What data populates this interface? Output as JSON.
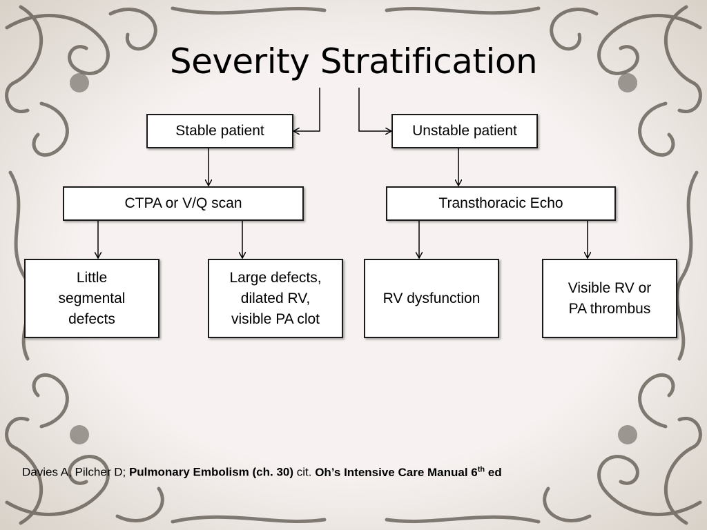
{
  "title": "Severity Stratification",
  "nodes": {
    "stable": "Stable patient",
    "unstable": "Unstable patient",
    "ctpa": "CTPA or V/Q scan",
    "echo": "Transthoracic Echo",
    "little": "Little\nsegmental\ndefects",
    "large": "Large defects,\ndilated RV,\nvisible PA clot",
    "rvdys": "RV dysfunction",
    "visible": "Visible RV or\nPA thrombus"
  },
  "citation": {
    "authors": "Davies A, Pilcher D; ",
    "chapter": "Pulmonary Embolism (ch. 30)",
    "cit": " cit. ",
    "book": "Oh’s  Intensive Care Manual 6",
    "sup": "th",
    "ed": " ed"
  },
  "colors": {
    "background": "#f2ecea",
    "ornament": "#5a544c",
    "box_border": "#1a1a1a"
  }
}
